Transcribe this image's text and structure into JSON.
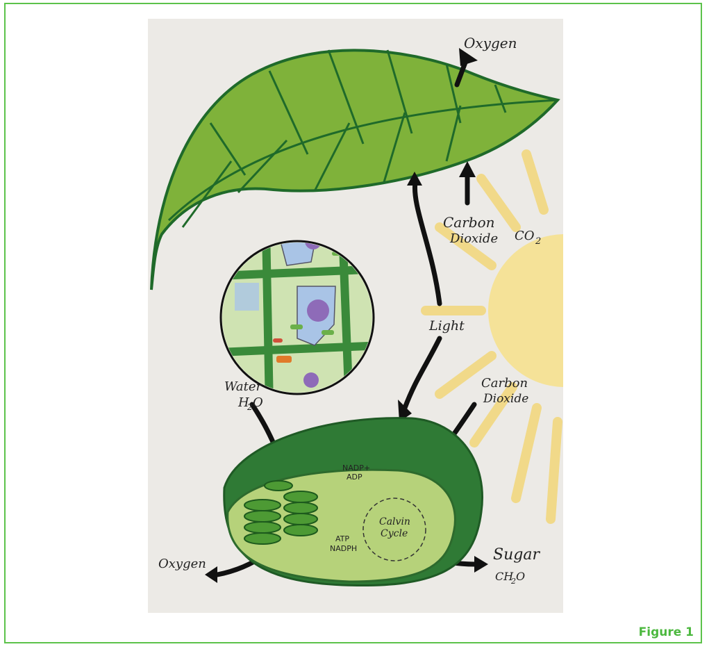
{
  "figure_caption": "Figure 1",
  "labels": {
    "oxygen_top": "Oxygen",
    "co2_1": "Carbon",
    "co2_2": "Dioxide",
    "co2_formula": "CO",
    "co2_sub": "2",
    "light": "Light",
    "co2b_1": "Carbon",
    "co2b_2": "Dioxide",
    "water": "Water",
    "water_formula_h": "H",
    "water_formula_sub": "2",
    "water_formula_o": "O",
    "nadp": "NADP+",
    "adp": "ADP",
    "atp": "ATP",
    "nadph": "NADPH",
    "calvin_1": "Calvin",
    "calvin_2": "Cycle",
    "oxygen_bottom": "Oxygen",
    "sugar": "Sugar",
    "sugar_formula_ch": "CH",
    "sugar_formula_sub": "2",
    "sugar_formula_o": "O"
  },
  "colors": {
    "border": "#5cc24a",
    "leaf": "#7fb23a",
    "vein": "#1f6a2a",
    "sun": "#f3d46a",
    "cell_wall": "#3a8a3a",
    "vacuole": "#a9c4e6",
    "nucleus": "#8e6bb8"
  }
}
